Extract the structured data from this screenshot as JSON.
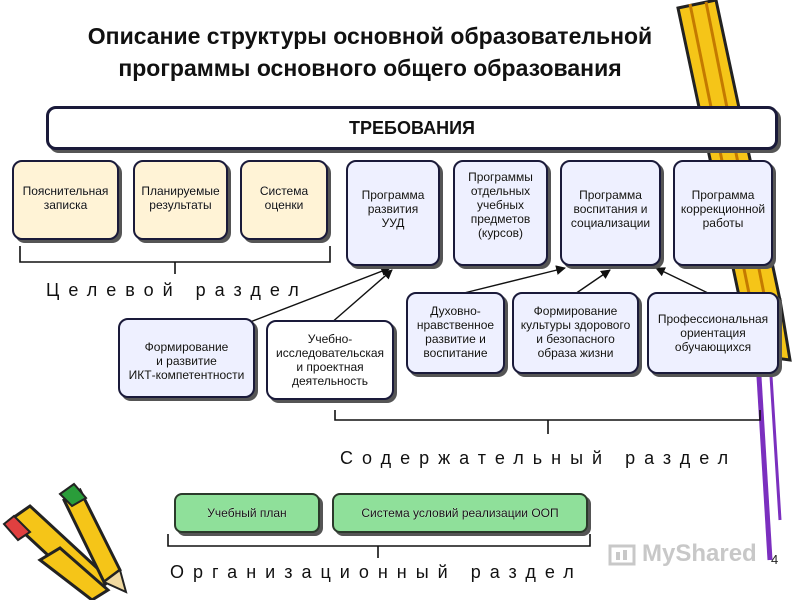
{
  "title": {
    "line1": "Описание структуры основной образовательной",
    "line2": "программы основного общего образования"
  },
  "banner": "ТРЕБОВАНИЯ",
  "target_section": {
    "boxes": [
      "Пояснительная\nзаписка",
      "Планируемые\nрезультаты",
      "Система\nоценки"
    ],
    "label": "Целевой раздел"
  },
  "programs": [
    "Программа\nразвития\nУУД",
    "Программы\nотдельных\nучебных\nпредметов\n(курсов)",
    "Программа\nвоспитания и\nсоциализации",
    "Программа\nкоррекционной\nработы"
  ],
  "content_items": [
    "Формирование\nи развитие\nИКТ-компетентности",
    "Учебно-\nисследовательская\nи проектная\nдеятельность",
    "Духовно-\nнравственное\nразвитие и\nвоспитание",
    "Формирование\nкультуры здорового\nи безопасного\nобраза жизни",
    "Профессиональная\nориентация\nобучающихся"
  ],
  "content_label": "Содержательный раздел",
  "org_items": [
    "Учебный план",
    "Система условий реализации ООП"
  ],
  "org_label": "Организационный раздел",
  "watermark": "MyShared",
  "slide_number": "4",
  "colors": {
    "cream": "#fff3d6",
    "lavender": "#eef0ff",
    "green": "#8fe09a",
    "border": "#1a1a3a",
    "pencil_yellow": "#f5c518",
    "pencil_stripe": "#7b2fbf"
  }
}
